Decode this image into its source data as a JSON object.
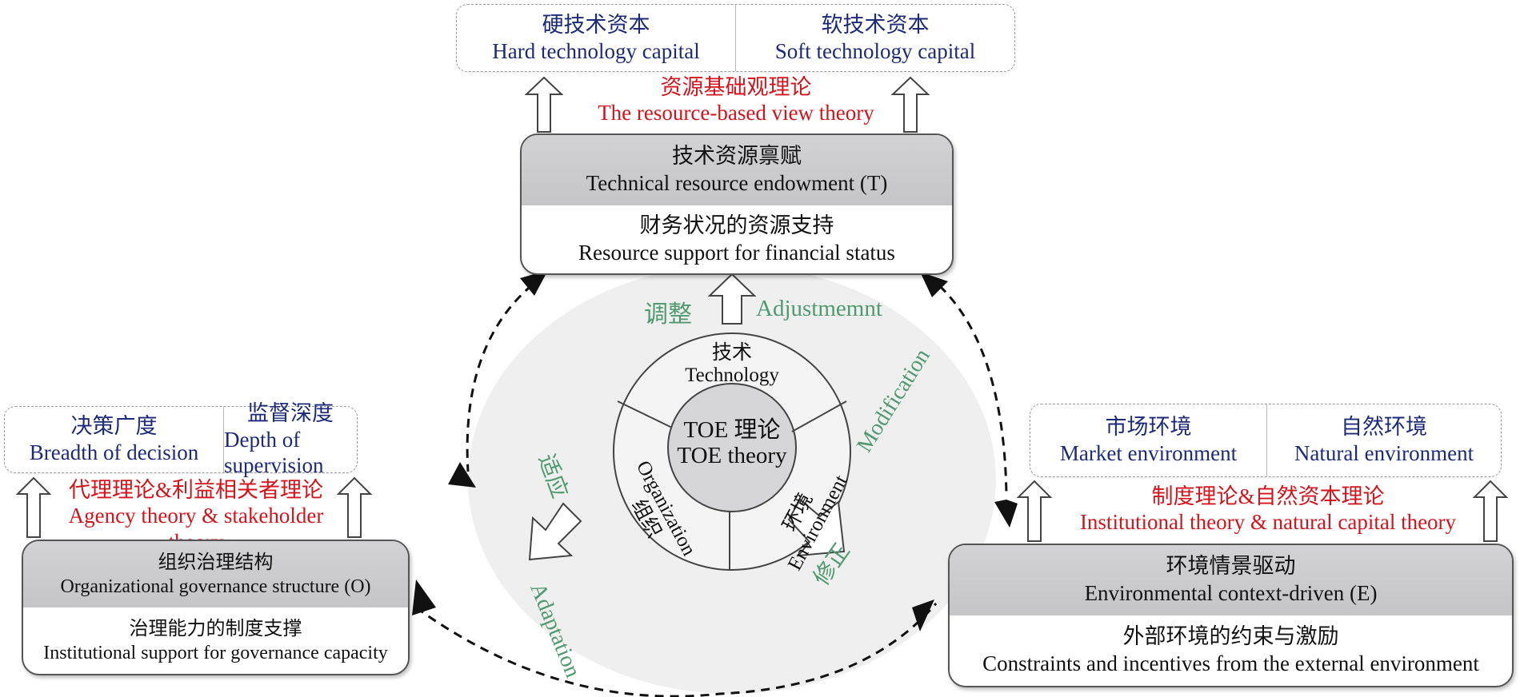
{
  "top": {
    "capitals": [
      {
        "zh": "硬技术资本",
        "en": "Hard technology capital"
      },
      {
        "zh": "软技术资本",
        "en": "Soft technology capital"
      }
    ],
    "theory": {
      "zh": "资源基础观理论",
      "en": "The resource-based view theory"
    },
    "box": {
      "title_zh": "技术资源禀赋",
      "title_en": "Technical resource endowment (T)",
      "sub_zh": "财务状况的资源支持",
      "sub_en": "Resource support for financial status"
    }
  },
  "left": {
    "capitals": [
      {
        "zh": "决策广度",
        "en": "Breadth of decision"
      },
      {
        "zh": "监督深度",
        "en": "Depth of supervision"
      }
    ],
    "theory": {
      "zh": "代理理论&利益相关者理论",
      "en": "Agency theory & stakeholder theory"
    },
    "box": {
      "title_zh": "组织治理结构",
      "title_en": "Organizational governance structure (O)",
      "sub_zh": "治理能力的制度支撑",
      "sub_en": "Institutional support for governance capacity"
    }
  },
  "right": {
    "capitals": [
      {
        "zh": "市场环境",
        "en": "Market environment"
      },
      {
        "zh": "自然环境",
        "en": "Natural environment"
      }
    ],
    "theory": {
      "zh": "制度理论&自然资本理论",
      "en": "Institutional theory & natural capital theory"
    },
    "box": {
      "title_zh": "环境情景驱动",
      "title_en": "Environmental context-driven (E)",
      "sub_zh": "外部环境的约束与激励",
      "sub_en": "Constraints and incentives from the external environment"
    }
  },
  "center": {
    "core_zh": "TOE 理论",
    "core_en": "TOE theory",
    "technology_zh": "技术",
    "technology_en": "Technology",
    "organization_zh": "组织",
    "organization_en": "Organization",
    "environment_zh": "环境",
    "environment_en": "Environment"
  },
  "flows": {
    "adjustment_zh": "调整",
    "adjustment_en": "Adjustmemnt",
    "adaptation_zh": "适应",
    "adaptation_en": "Adaptation",
    "modification_zh": "修正",
    "modification_en": "Modification"
  },
  "colors": {
    "theory_red": "#d4141c",
    "capital_blue": "#1d2a78",
    "flow_green": "#4f9a6e",
    "box_gray": "#c9c9cb"
  }
}
